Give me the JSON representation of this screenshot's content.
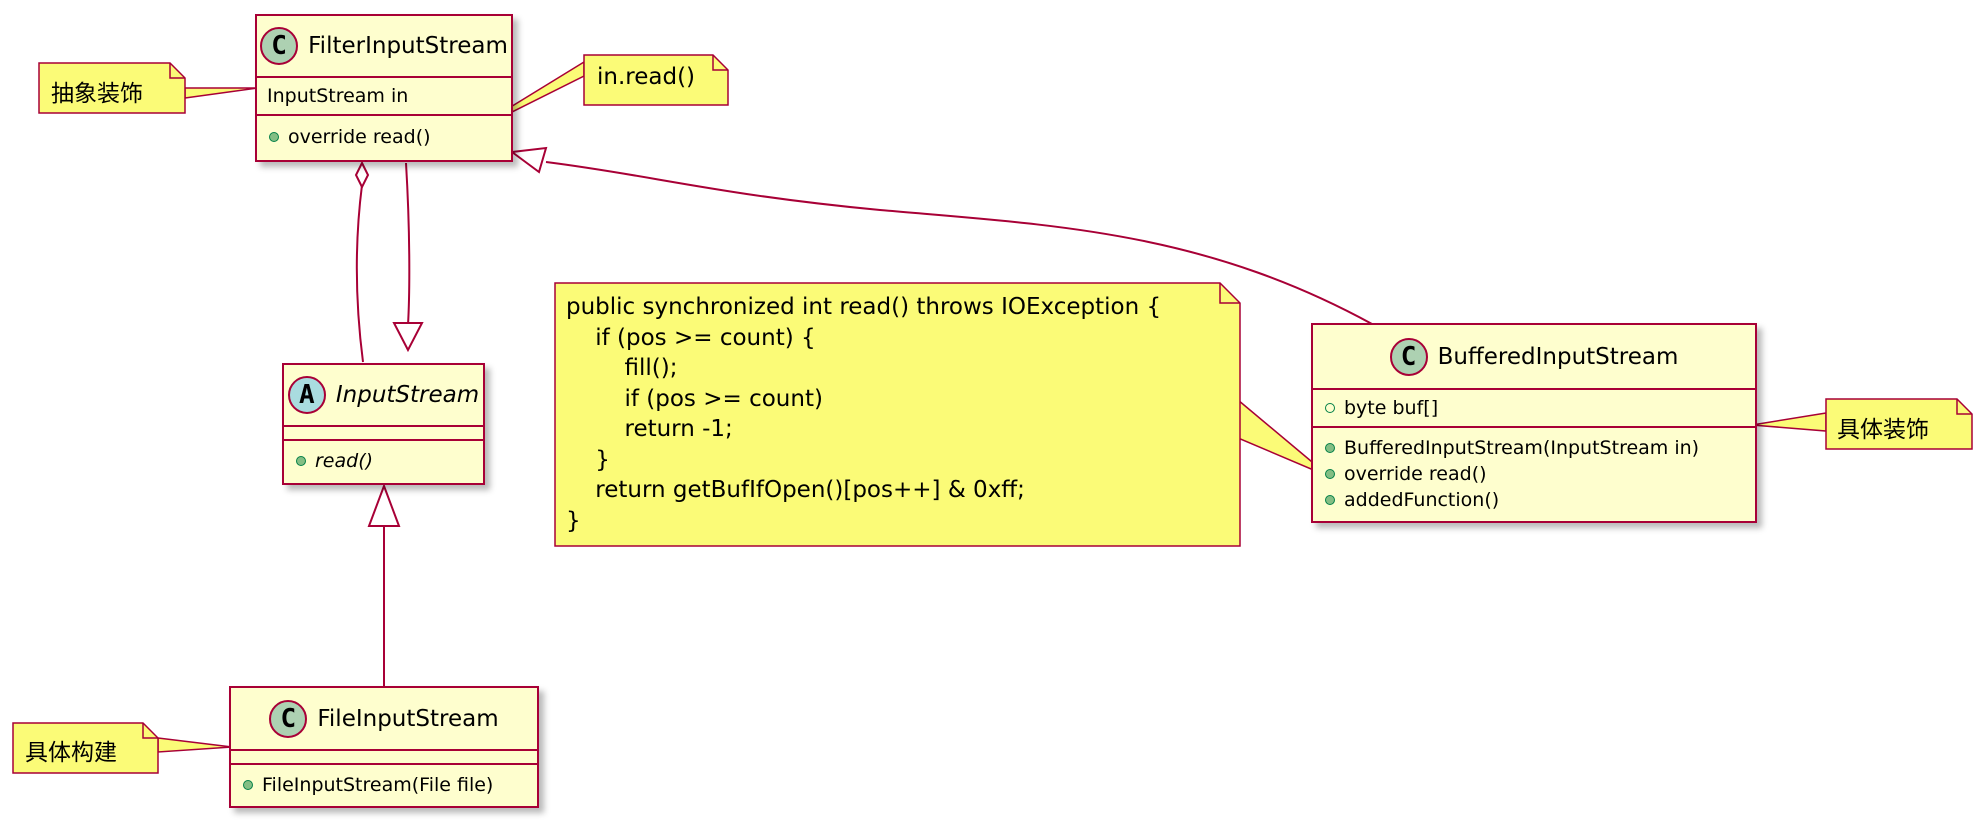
{
  "classes": {
    "filter": {
      "badge": "C",
      "name": "FilterInputStream",
      "field": "InputStream in",
      "method": "override read()"
    },
    "input": {
      "badge": "A",
      "name": "InputStream",
      "method": "read()"
    },
    "file": {
      "badge": "C",
      "name": "FileInputStream",
      "method": "FileInputStream(File file)"
    },
    "buffered": {
      "badge": "C",
      "name": "BufferedInputStream",
      "field": "byte buf[]",
      "methods": [
        "BufferedInputStream(InputStream in)",
        "override read()",
        "addedFunction()"
      ]
    }
  },
  "notes": {
    "abstract_decorator": "抽象装饰",
    "in_read": "in.read()",
    "concrete_component": "具体构建",
    "concrete_decorator": "具体装饰",
    "code": [
      "public synchronized int read() throws IOException {",
      "    if (pos >= count) {",
      "        fill();",
      "        if (pos >= count)",
      "        return -1;",
      "    }",
      "    return getBufIfOpen()[pos++] & 0xff;",
      "}"
    ]
  },
  "colors": {
    "border": "#A80036",
    "class_fill": "#FEFECE",
    "note_fill": "#FBFB77",
    "class_badge": "#ADD1B2",
    "abstract_badge": "#A9DCDF",
    "public_method": "#84BE84"
  }
}
